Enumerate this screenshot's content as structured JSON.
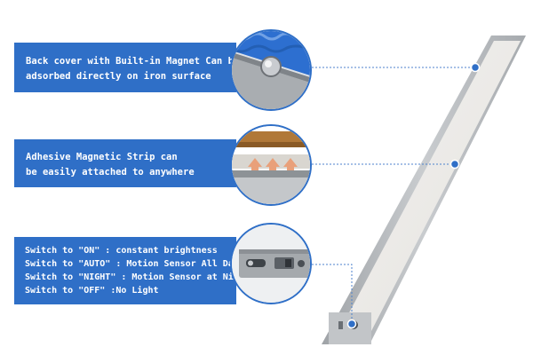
{
  "callouts": [
    {
      "lines": [
        "Back cover with Built-in Magnet Can be",
        "adsorbed directly on iron surface"
      ]
    },
    {
      "lines": [
        "Adhesive Magnetic Strip can",
        "be easily attached to anywhere"
      ]
    },
    {
      "lines": [
        "Switch to \"ON\" : constant brightness",
        "Switch to \"AUTO\" : Motion Sensor All Day",
        "Switch to \"NIGHT\" : Motion Sensor at Night",
        "Switch to \"OFF\" :No Light"
      ]
    }
  ],
  "colors": {
    "accent": "#2f6fc7",
    "bar_body": "#b9bcbf",
    "panel": "#eceae7"
  }
}
